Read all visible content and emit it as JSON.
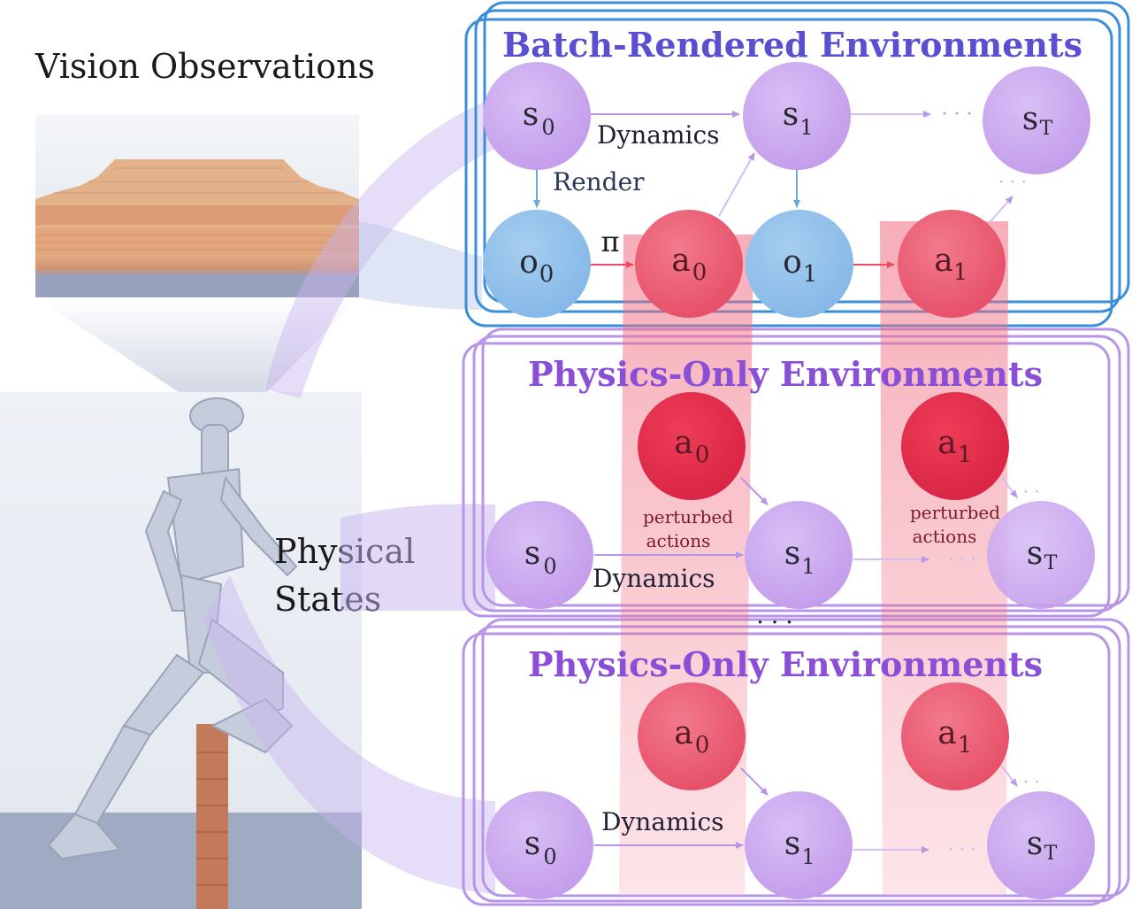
{
  "left_panel": {
    "vision_label": "Vision Observations",
    "physical_label_line1": "Physical",
    "physical_label_line2": "States"
  },
  "batch_panel": {
    "title": "Batch-Rendered Environments",
    "dynamics_label": "Dynamics",
    "render_label": "Render",
    "policy_label": "π",
    "nodes": {
      "s0": "s",
      "s0_sub": "0",
      "s1": "s",
      "s1_sub": "1",
      "sT": "s",
      "sT_sub": "T",
      "o0": "o",
      "o0_sub": "0",
      "a0": "a",
      "a0_sub": "0",
      "o1": "o",
      "o1_sub": "1",
      "a1": "a",
      "a1_sub": "1"
    },
    "ellipsis_top": "· · ·",
    "ellipsis_diag": "· · ·"
  },
  "physics_panel_1": {
    "title": "Physics-Only Environments",
    "dynamics_label": "Dynamics",
    "perturbed_a0_line1": "perturbed",
    "perturbed_a0_line2": "actions",
    "perturbed_a1_line1": "perturbed",
    "perturbed_a1_line2": "actions",
    "nodes": {
      "a0": "a",
      "a0_sub": "0",
      "a1": "a",
      "a1_sub": "1",
      "s0": "s",
      "s0_sub": "0",
      "s1": "s",
      "s1_sub": "1",
      "sT": "s",
      "sT_sub": "T"
    },
    "ellipsis_mid": "· · ·",
    "ellipsis_diag": "· · ·"
  },
  "between_ellipsis": "· · ·",
  "physics_panel_2": {
    "title": "Physics-Only Environments",
    "dynamics_label": "Dynamics",
    "nodes": {
      "a0": "a",
      "a0_sub": "0",
      "a1": "a",
      "a1_sub": "1",
      "s0": "s",
      "s0_sub": "0",
      "s1": "s",
      "s1_sub": "1",
      "sT": "s",
      "sT_sub": "T"
    },
    "ellipsis_mid": "· · ·",
    "ellipsis_diag": "· · ·"
  },
  "colors": {
    "state_purple": "#c9a6ee",
    "obs_blue": "#8fc0ec",
    "action_red": "#ec5a70",
    "action_red_dark": "#e3304c",
    "batch_border": "#3a8fd8",
    "physics_border": "#b08ae0",
    "title_blue_purple": "#5a4fd0",
    "title_purple": "#8a4fd6"
  }
}
